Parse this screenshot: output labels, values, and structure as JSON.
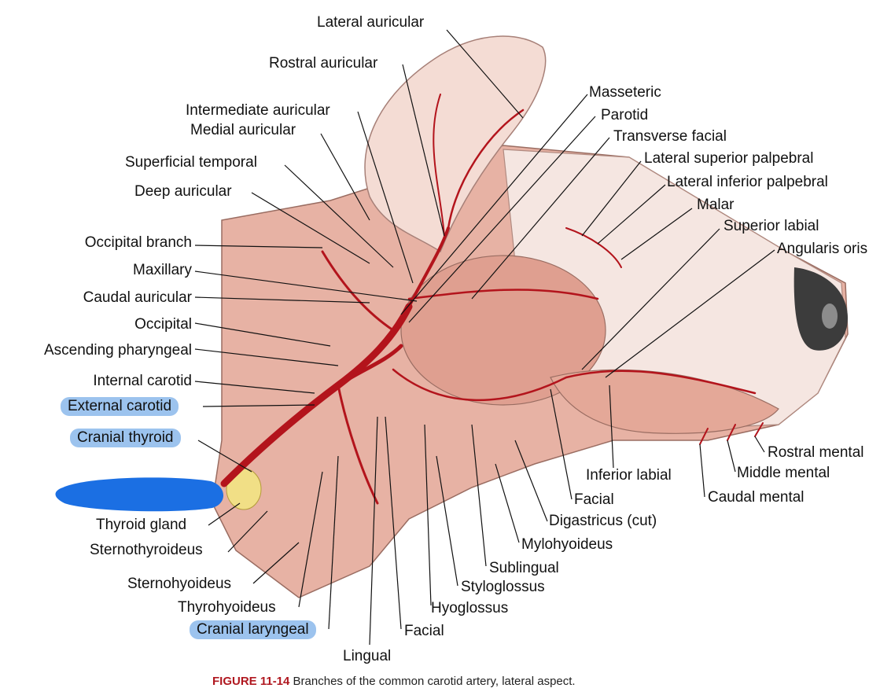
{
  "labels_left": [
    "Occipital branch",
    "Maxillary",
    "Caudal auricular",
    "Occipital",
    "Ascending pharyngeal",
    "Internal carotid",
    "External carotid",
    "Cranial thyroid"
  ],
  "labels_top": [
    "Lateral auricular",
    "Rostral auricular",
    "Intermediate auricular",
    "Medial auricular",
    "Superficial temporal",
    "Deep auricular",
    "Masseteric",
    "Parotid",
    "Transverse facial",
    "Lateral superior palpebral",
    "Lateral inferior palpebral",
    "Malar",
    "Superior labial",
    "Angularis oris"
  ],
  "labels_bottom": [
    "Thyroid gland",
    "Sternothyroideus",
    "Sternohyoideus",
    "Thyrohyoideus",
    "Cranial laryngeal",
    "Lingual",
    "Facial",
    "Hyoglossus",
    "Styloglossus",
    "Sublingual",
    "Mylohyoideus",
    "Digastricus (cut)",
    "Facial",
    "Inferior labial",
    "Caudal mental",
    "Middle mental",
    "Rostral mental"
  ],
  "highlighted": [
    "External carotid",
    "Cranial thyroid",
    "Cranial laryngeal"
  ],
  "caption": {
    "prefix": "FIGURE 11-14",
    "text": "Branches of the common carotid artery, lateral aspect."
  },
  "colors": {
    "highlight": "#9cc3ee",
    "redaction": "#1b6fe3",
    "artery": "#b3141c",
    "muscle": "#e7b2a4",
    "skin": "#f5e6e1",
    "nose": "#3c3c3c",
    "thyroid": "#f1df86"
  }
}
